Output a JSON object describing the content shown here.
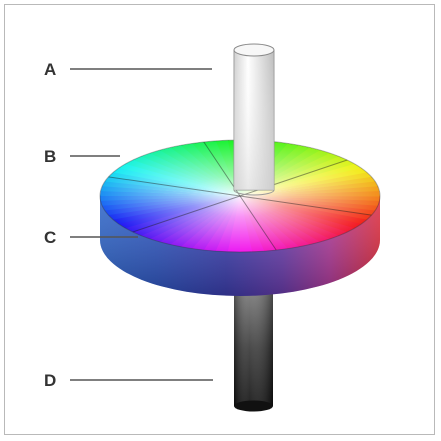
{
  "labels": {
    "a": "A",
    "b": "B",
    "c": "C",
    "d": "D"
  },
  "colors": {
    "frame_border": "#b9b9b9",
    "label_text": "#333333",
    "leader_line": "#555555",
    "top_shaft": "#f2f2f2",
    "bottom_shaft": "#2a2a2a"
  },
  "icons": {
    "top_shaft": "white-cylinder-icon",
    "color_wheel": "hue-saturation-disc-icon",
    "bottom_shaft": "black-cylinder-icon"
  }
}
